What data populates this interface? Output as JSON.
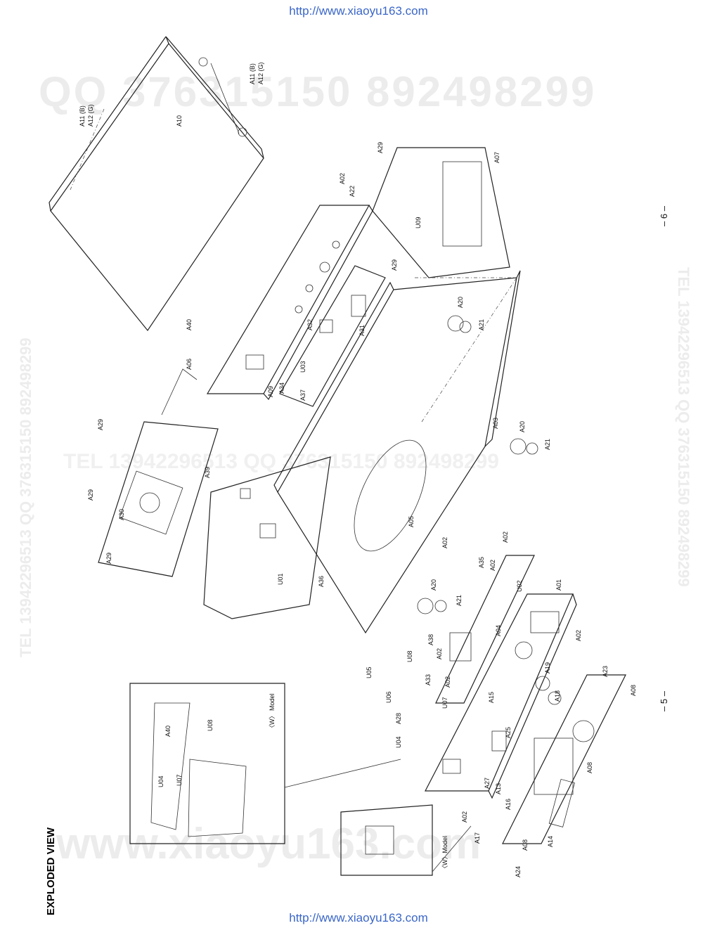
{
  "header": {
    "url": "http://www.xiaoyu163.com"
  },
  "footer": {
    "url": "http://www.xiaoyu163.com"
  },
  "watermarks": {
    "qq": "QQ 376315150    892498299",
    "qq_tel": "TEL 13942296513   QQ 376315150  892498299",
    "www": "www.xiaoyu163.com",
    "tel_left": "TEL 13942296513  QQ 376315150  892498299",
    "tel_right": "TEL 13942296513  QQ 376315150  892498299"
  },
  "page": {
    "title": "EXPLODED VIEW",
    "page_left": "– 5 –",
    "page_right": "– 6 –"
  },
  "parts": {
    "A01": "A01",
    "A02": "A02",
    "A03": "A03",
    "A04": "A04",
    "A05": "A05",
    "A06": "A06",
    "A07": "A07",
    "A08": "A08",
    "A09": "A09",
    "A10": "A10",
    "A11": "A11 (B)",
    "A12": "A12 (G)",
    "A13": "A13",
    "A14": "A14",
    "A15": "A15",
    "A16": "A16",
    "A17": "A17",
    "A18": "A18",
    "A19": "A19",
    "A20": "A20",
    "A21": "A21",
    "A22": "A22",
    "A23": "A23",
    "A24": "A24",
    "A25": "A25",
    "A27": "A27",
    "A28": "A28",
    "A29": "A29",
    "A30": "A30",
    "A31": "A31",
    "A32": "A32",
    "A33": "A33",
    "A34": "A34",
    "A35": "A35",
    "A36": "A36",
    "A37": "A37",
    "A38": "A38",
    "A39": "A39",
    "A40": "A40",
    "U01": "U01",
    "U02": "U02",
    "U03": "U03",
    "U04": "U04",
    "U05": "U05",
    "U06": "U06",
    "U07": "U07",
    "U08": "U08",
    "U09": "U09",
    "model_note": "〈W〉 Model",
    "model_note2": "〈W〉Model"
  }
}
